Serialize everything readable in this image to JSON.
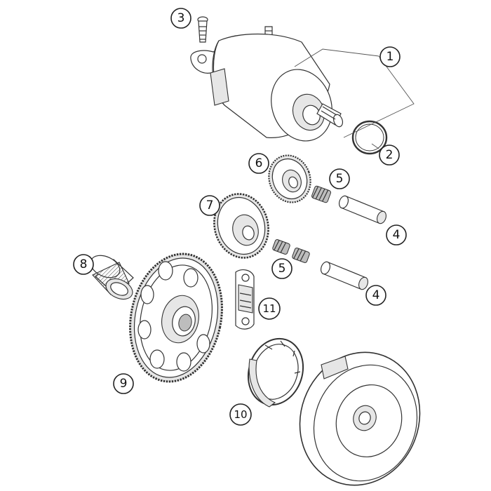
{
  "callouts": [
    {
      "id": "1",
      "label": "1"
    },
    {
      "id": "2",
      "label": "2"
    },
    {
      "id": "3",
      "label": "3"
    },
    {
      "id": "4a",
      "label": "4"
    },
    {
      "id": "4b",
      "label": "4"
    },
    {
      "id": "5a",
      "label": "5"
    },
    {
      "id": "5b",
      "label": "5"
    },
    {
      "id": "6",
      "label": "6"
    },
    {
      "id": "7",
      "label": "7"
    },
    {
      "id": "8",
      "label": "8"
    },
    {
      "id": "9",
      "label": "9"
    },
    {
      "id": "10",
      "label": "10"
    },
    {
      "id": "11",
      "label": "11"
    }
  ]
}
